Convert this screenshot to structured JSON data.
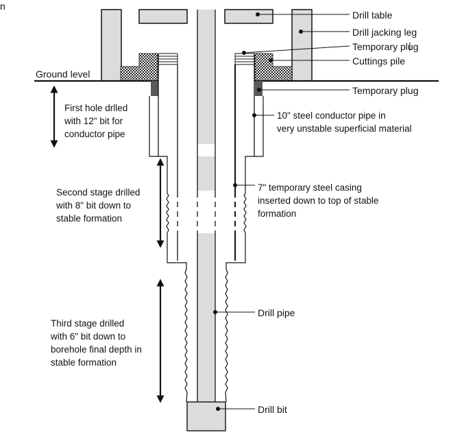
{
  "corner_text": "n",
  "ground_label": "Ground level",
  "callouts": {
    "drill_table": "Drill table",
    "drill_jacking_leg": "Drill jacking leg",
    "temporary_plug_top": "Temporary plug",
    "cuttings_pile": "Cuttings pile",
    "temporary_plug_ground": "Temporary plug",
    "conductor_pipe": [
      "10\" steel conductor pipe in",
      "very unstable superficial material"
    ],
    "temporary_casing": [
      "7\" temporary steel casing",
      "inserted down to top of stable",
      "formation"
    ],
    "drill_pipe": "Drill pipe",
    "drill_bit": "Drill bit"
  },
  "stages": {
    "first": [
      "First hole drlled",
      "with 12\" bit for",
      "conductor pipe"
    ],
    "second": [
      "Second stage drilled",
      "with 8\" bit down to",
      "stable formation"
    ],
    "third": [
      "Third stage drilled",
      "with 6\" bit down to",
      "borehole final depth in",
      "stable formation"
    ]
  },
  "colors": {
    "line": "#111111",
    "pipe_fill": "#dcdcdc",
    "plug_fill": "#5a5a5a",
    "background": "#ffffff"
  }
}
